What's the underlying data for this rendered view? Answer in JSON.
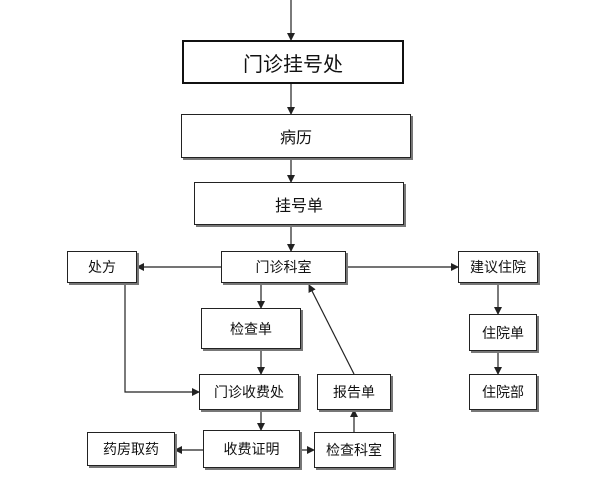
{
  "nodes": {
    "registration_office": "门诊挂号处",
    "medical_record": "病历",
    "registration_slip": "挂号单",
    "outpatient_dept": "门诊科室",
    "prescription": "处方",
    "hospitalization_advice": "建议住院",
    "exam_slip": "检查单",
    "admission_slip": "住院单",
    "payment_office": "门诊收费处",
    "report_slip": "报告单",
    "inpatient_dept": "住院部",
    "pharmacy": "药房取药",
    "payment_receipt": "收费证明",
    "exam_dept": "检查科室"
  }
}
